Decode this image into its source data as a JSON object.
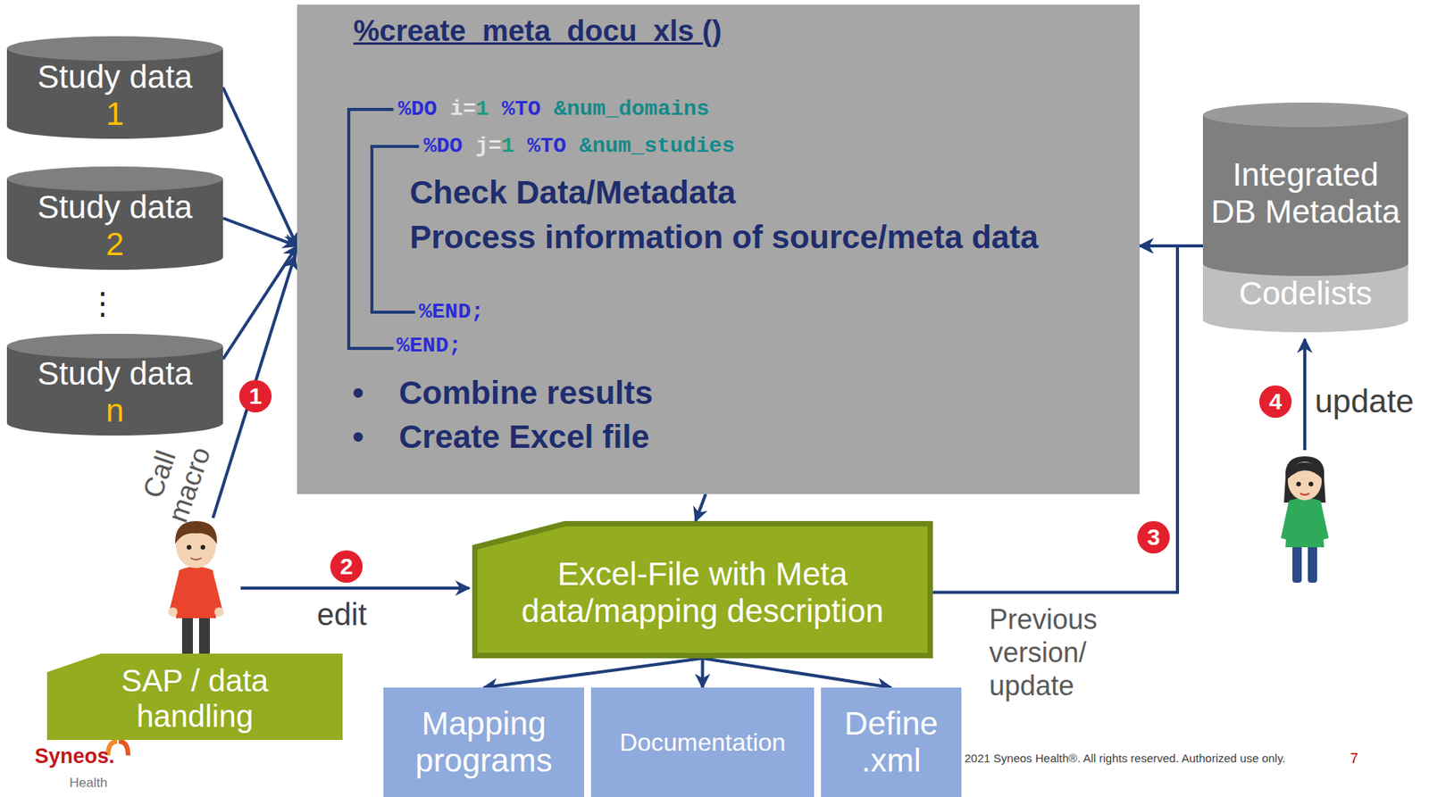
{
  "diagram": {
    "nodes": [
      {
        "text": [
          "Study data",
          "1"
        ]
      },
      {
        "text": [
          "Study data",
          "2"
        ]
      },
      {
        "text": [
          "Study data",
          "n"
        ]
      },
      {
        "text": [
          "%create_meta_docu_xls ()",
          "%DO i=1 %TO &num_domains",
          "%DO j=1 %TO &num_studies",
          "Check Data/Metadata",
          "Process information of source/meta data",
          "%END;",
          "%END;",
          "Combine results",
          "Create Excel file"
        ]
      },
      {
        "text": [
          "Integrated DB Metadata"
        ]
      },
      {
        "text": [
          "Codelists"
        ],
        "in": 4
      },
      {
        "text": [
          "Excel-File with Meta data/mapping description"
        ]
      },
      {
        "text": [
          "SAP / data handling"
        ]
      },
      {
        "text": [
          "Mapping programs"
        ]
      },
      {
        "text": [
          "Documentation"
        ]
      },
      {
        "text": [
          "Define .xml"
        ]
      }
    ],
    "edges": [
      {
        "from": 0,
        "to": 3,
        "arrow": "to"
      },
      {
        "from": 1,
        "to": 3,
        "arrow": "to"
      },
      {
        "from": 2,
        "to": 3,
        "arrow": "to"
      },
      {
        "from": 3,
        "to": 6,
        "arrow": "to"
      },
      {
        "from": 6,
        "to": 3,
        "label": "Previous version/ update",
        "arrow": "to"
      },
      {
        "from": 4,
        "to": 3,
        "arrow": "to"
      },
      {
        "from": 6,
        "to": 8,
        "arrow": "to"
      },
      {
        "from": 6,
        "to": 9,
        "arrow": "to"
      },
      {
        "from": 6,
        "to": 10,
        "arrow": "to"
      }
    ],
    "labels": [
      "⋮",
      "1",
      "Call macro",
      "2",
      "edit",
      "3",
      "4",
      "update",
      "•",
      "•",
      "Syneos.",
      "Health",
      "2021 Syneos Health®. All rights reserved. Authorized use only.",
      "7"
    ]
  }
}
